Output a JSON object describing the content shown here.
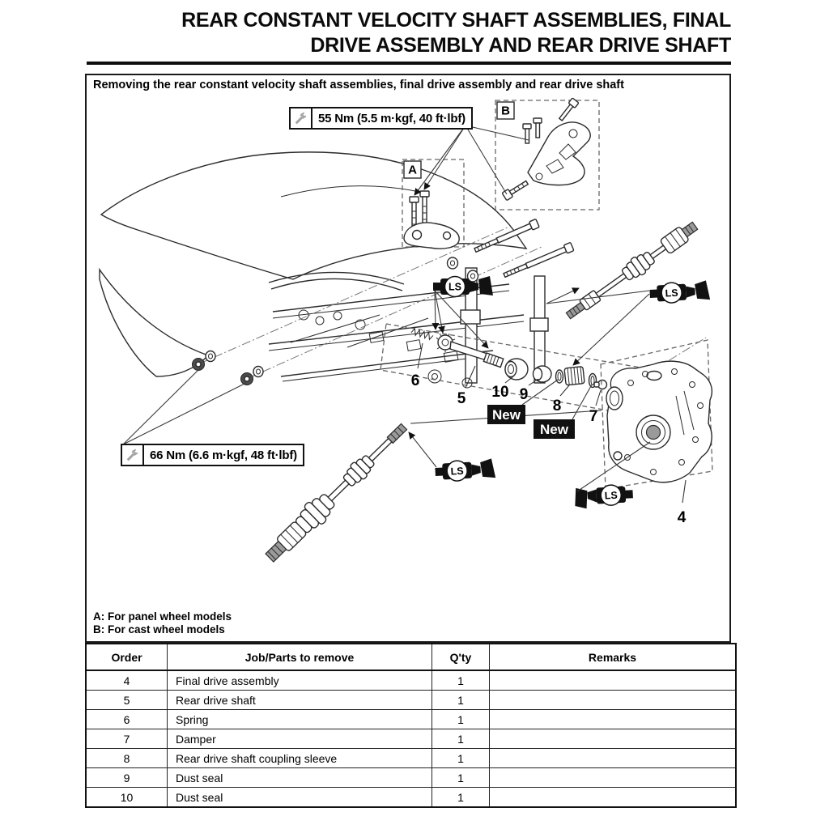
{
  "page": {
    "title_line1": "REAR CONSTANT VELOCITY SHAFT ASSEMBLIES, FINAL",
    "title_line2": "DRIVE ASSEMBLY AND REAR DRIVE SHAFT"
  },
  "figure": {
    "caption": "Removing the rear constant velocity shaft assemblies, final drive assembly and rear drive shaft",
    "torque_callouts": [
      {
        "icon": "wrench-icon",
        "text": "55 Nm (5.5 m·kgf, 40 ft·lbf)"
      },
      {
        "icon": "wrench-icon",
        "text": "66 Nm (6.6 m·kgf, 48 ft·lbf)"
      }
    ],
    "detail_labels": {
      "a": "A",
      "b": "B"
    },
    "ls_label": "LS",
    "new_badge": "New",
    "part_numbers": {
      "n4": "4",
      "n5": "5",
      "n6": "6",
      "n7": "7",
      "n8": "8",
      "n9": "9",
      "n10": "10"
    },
    "notes": [
      "A: For panel wheel models",
      "B: For cast wheel models"
    ]
  },
  "table": {
    "headers": [
      "Order",
      "Job/Parts to remove",
      "Q'ty",
      "Remarks"
    ],
    "rows": [
      {
        "order": "4",
        "job": "Final drive assembly",
        "qty": "1",
        "remarks": ""
      },
      {
        "order": "5",
        "job": "Rear drive shaft",
        "qty": "1",
        "remarks": ""
      },
      {
        "order": "6",
        "job": "Spring",
        "qty": "1",
        "remarks": ""
      },
      {
        "order": "7",
        "job": "Damper",
        "qty": "1",
        "remarks": ""
      },
      {
        "order": "8",
        "job": "Rear drive shaft coupling sleeve",
        "qty": "1",
        "remarks": ""
      },
      {
        "order": "9",
        "job": "Dust seal",
        "qty": "1",
        "remarks": ""
      },
      {
        "order": "10",
        "job": "Dust seal",
        "qty": "1",
        "remarks": ""
      }
    ]
  },
  "colors": {
    "ink": "#000000",
    "badge_bg": "#111111",
    "badge_text": "#ffffff"
  }
}
